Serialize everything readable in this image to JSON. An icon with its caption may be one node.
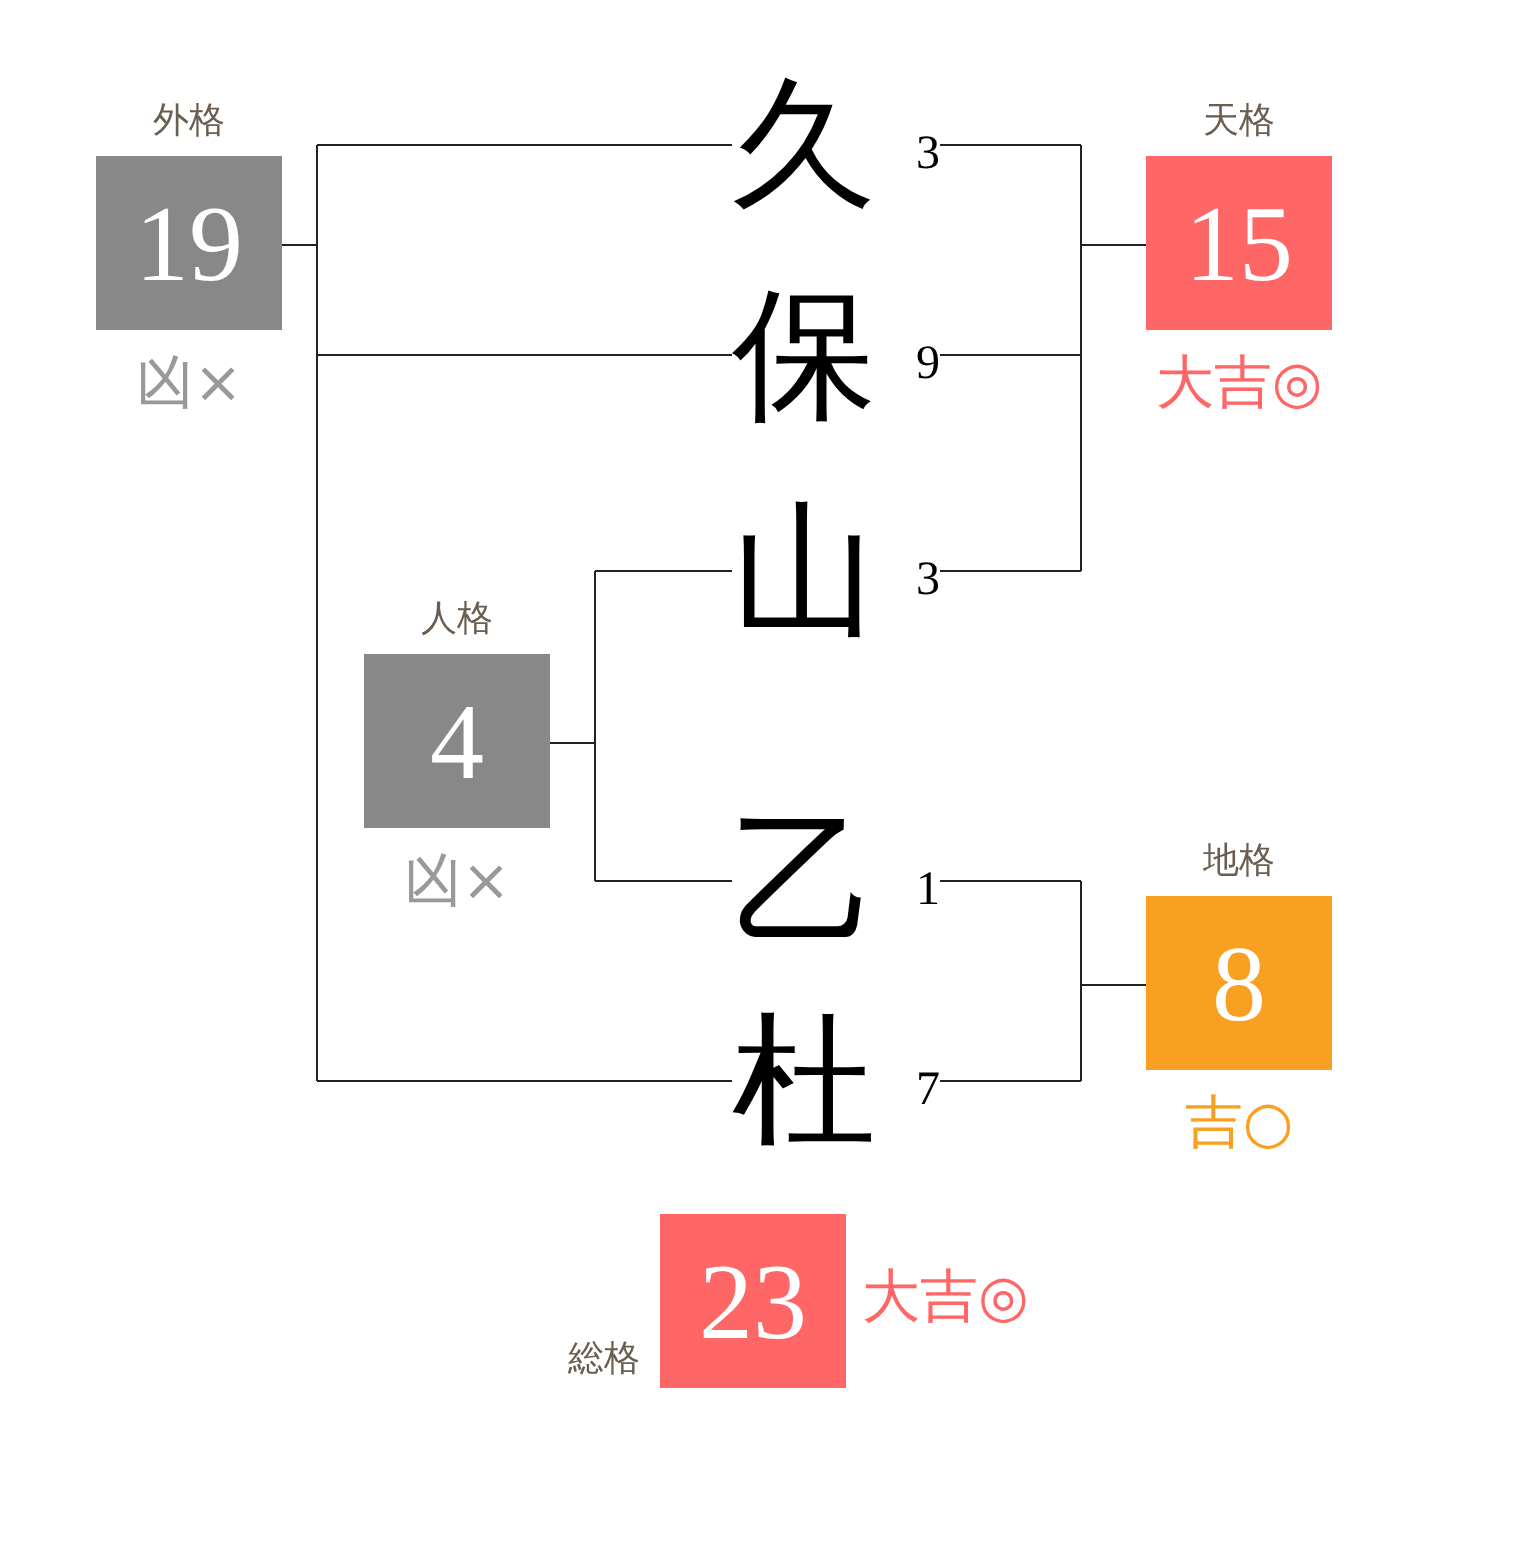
{
  "diagram": {
    "nodes": [
      {
        "text": [
          "外格",
          "19"
        ],
        "beside": [
          "凶×"
        ]
      },
      {
        "text": [
          "久"
        ],
        "beside": [
          "3"
        ]
      },
      {
        "text": [
          "天格",
          "15"
        ],
        "beside": [
          "大吉◎"
        ]
      },
      {
        "text": [
          "保"
        ],
        "beside": [
          "9"
        ]
      },
      {
        "text": [
          "山"
        ],
        "beside": [
          "3"
        ]
      },
      {
        "text": [
          "人格",
          "4"
        ],
        "beside": [
          "凶×"
        ]
      },
      {
        "text": [
          "乙"
        ],
        "beside": [
          "1"
        ]
      },
      {
        "text": [
          "地格",
          "8"
        ],
        "beside": [
          "吉○"
        ]
      },
      {
        "text": [
          "杜"
        ],
        "beside": [
          "7"
        ]
      },
      {
        "text": [
          "総格",
          "23"
        ],
        "beside": [
          "大吉◎"
        ]
      }
    ],
    "edges": [
      {
        "from": 1,
        "to": 0,
        "arrow": "none"
      },
      {
        "from": 3,
        "to": 0,
        "arrow": "none"
      },
      {
        "from": 8,
        "to": 0,
        "arrow": "none"
      },
      {
        "from": 1,
        "to": 2,
        "arrow": "none"
      },
      {
        "from": 3,
        "to": 2,
        "arrow": "none"
      },
      {
        "from": 4,
        "to": 2,
        "arrow": "none"
      },
      {
        "from": 4,
        "to": 5,
        "arrow": "none"
      },
      {
        "from": 6,
        "to": 5,
        "arrow": "none"
      },
      {
        "from": 6,
        "to": 7,
        "arrow": "none"
      },
      {
        "from": 8,
        "to": 7,
        "arrow": "none"
      }
    ]
  }
}
